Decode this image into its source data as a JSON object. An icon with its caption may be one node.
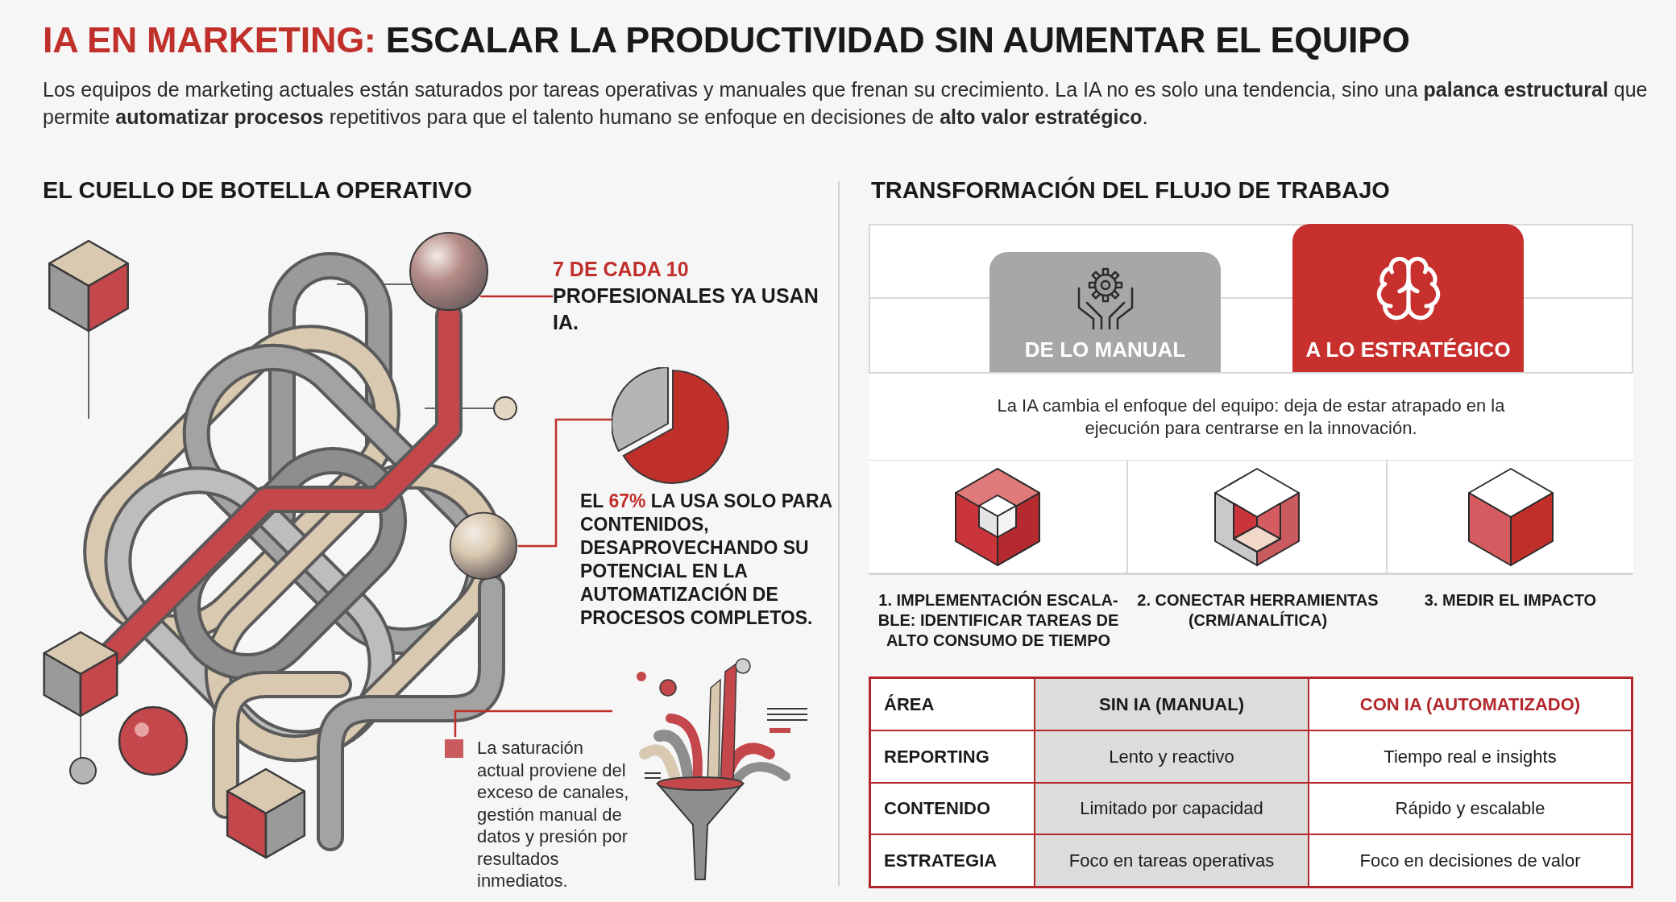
{
  "diagram": {
    "title": "**IA EN MARKETING:** ESCALAR LA PRODUCTIVIDAD SIN AUMENTAR EL EQUIPO",
    "nodes": [
      {
        "text": [
          "7 DE CADA 10",
          "PROFESIONALES YA USAN IA."
        ]
      },
      {
        "text": [],
        "shape": "circle"
      },
      {
        "text": [],
        "shape": "picture"
      },
      {
        "text": [
          "EL *67%* LA USA SOLO PARA CONTENIDOS, DESAPROVECHANDO SU POTENCIAL EN LA AUTOMATIZACIÓN DE PROCESOS COMPLETOS."
        ]
      },
      {
        "text": [],
        "shape": "circle"
      },
      {
        "text": [
          "La saturación actual proviene del exceso de canales, gestión manual de datos y presión por resultados inmediatos."
        ]
      },
      {
        "text": [],
        "shape": "picture"
      },
      {
        "text": [
          "DE LO MANUAL"
        ]
      },
      {
        "text": [
          "A LO ESTRATÉGICO"
        ]
      },
      {
        "text": [
          "La IA cambia el enfoque del equipo: deja de estar atrapado en la ejecución para centrarse en la innovación."
        ]
      },
      {
        "text": [
          "1. IMPLEMENTACIÓN ESCALA- BLE: IDENTIFICAR TAREAS DE ALTO CONSUMO DE TIEMPO"
        ]
      },
      {
        "text": [
          "2. CONECTAR HERRAMIENTAS (CRM/ANALÍTICA)"
        ]
      },
      {
        "text": [
          "3. MEDIR EL IMPACTO"
        ]
      }
    ],
    "edges": [
      {
        "from": 1,
        "to": 0,
        "arrow": "none"
      },
      {
        "from": 2,
        "to": 4,
        "arrow": "none"
      },
      {
        "from": 5,
        "to": 6,
        "arrow": "none"
      }
    ],
    "labels": [
      "Los equipos de marketing actuales están saturados por tareas operativas y manuales que frenan su crecimiento. La IA no es solo una tendencia, sino una **palanca estructural** que permite **automatizar procesos** repetitivos para que el talento humano se enfoque en decisiones de **alto valor estratégico**.",
      "EL CUELLO DE BOTELLA OPERATIVO",
      "TRANSFORMACIÓN DEL FLUJO DE TRABAJO",
      "ÁREA",
      "SIN IA (MANUAL)",
      "CON IA (AUTOMATIZADO)",
      "REPORTING",
      "Lento y reactivo",
      "Tiempo real e insights",
      "CONTENIDO",
      "Limitado por capacidad",
      "Rápido y escalable",
      "ESTRATEGIA",
      "Foco en tareas operativas",
      "Foco en decisiones de valor"
    ]
  }
}
